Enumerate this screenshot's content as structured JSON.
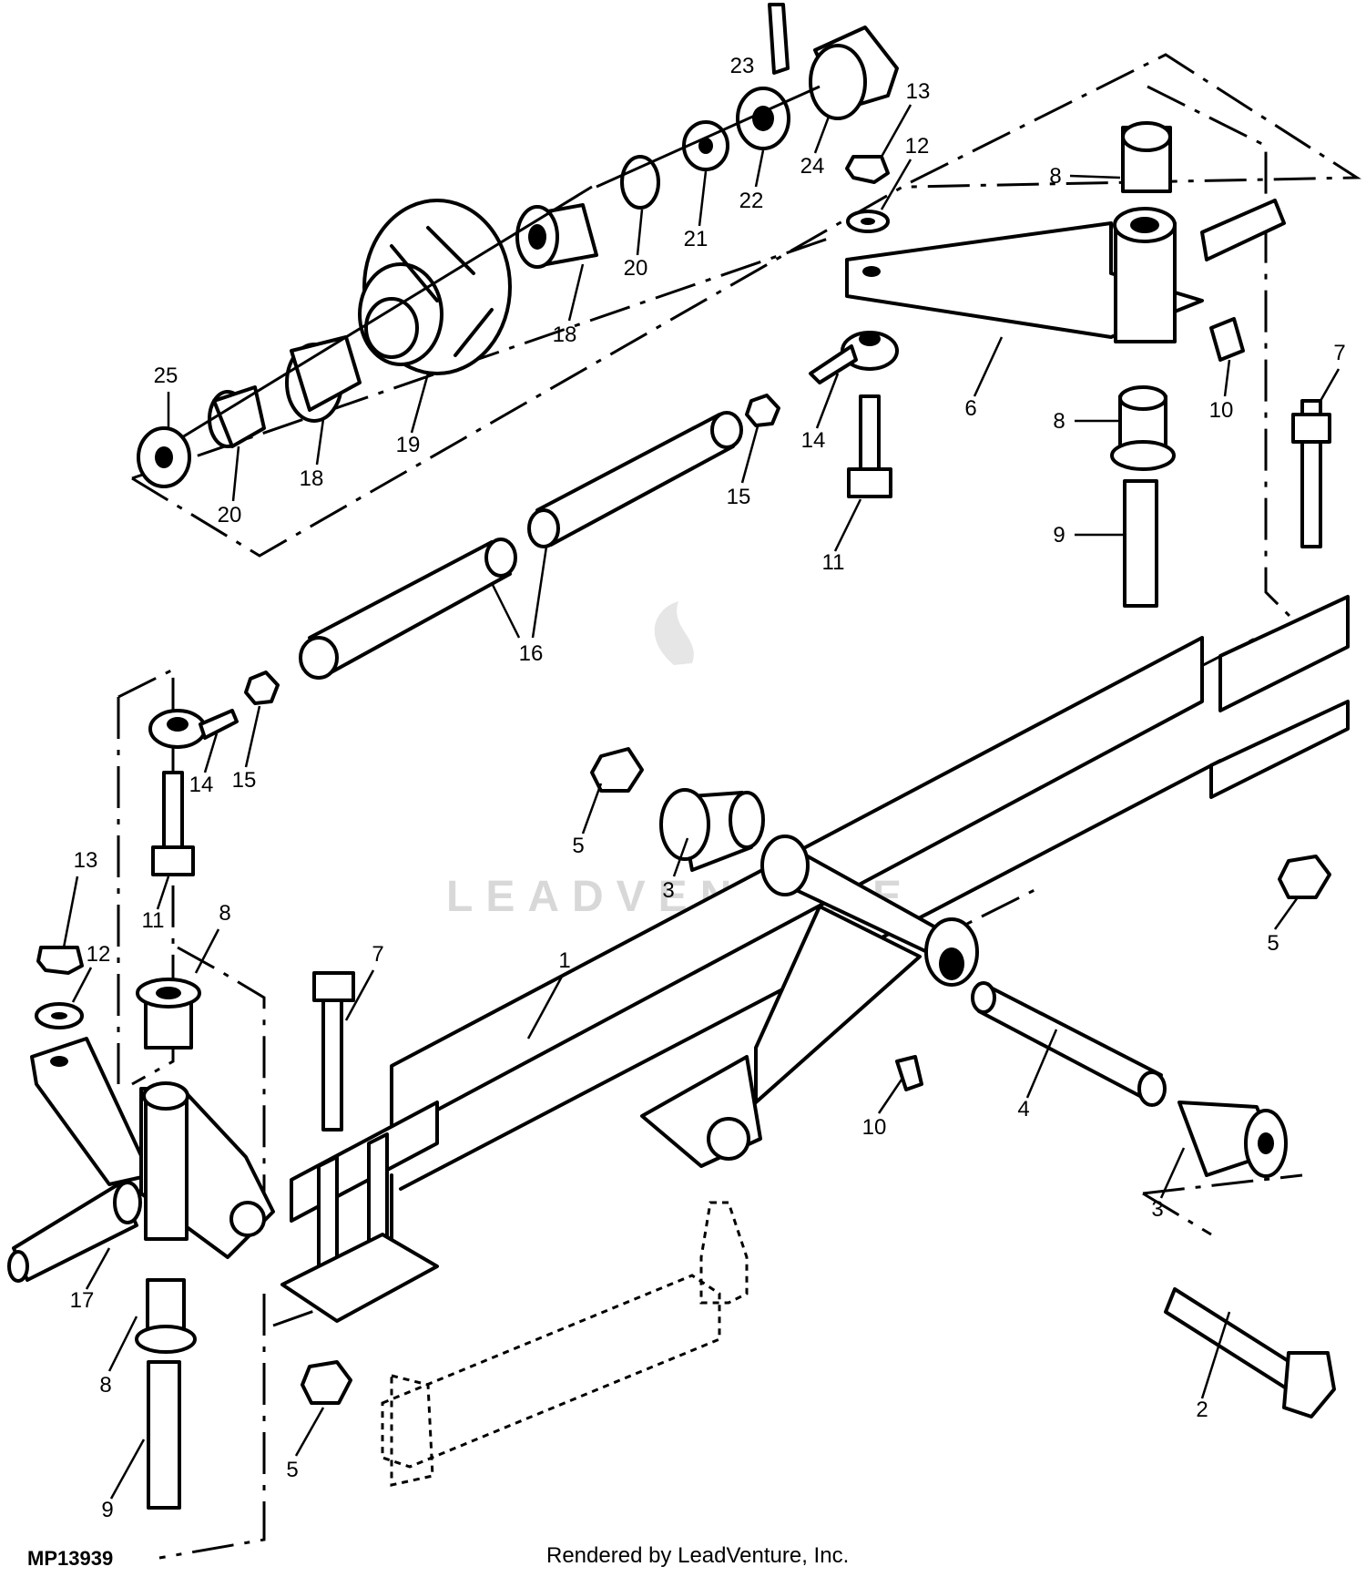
{
  "watermark": "LEADVENTURE",
  "figure_code": "MP13939",
  "credit": "Rendered by LeadVenture, Inc.",
  "callouts": [
    "1",
    "2",
    "3",
    "4",
    "5",
    "6",
    "7",
    "8",
    "9",
    "10",
    "11",
    "12",
    "13",
    "14",
    "15",
    "16",
    "17",
    "18",
    "19",
    "20",
    "21",
    "22",
    "23",
    "24",
    "25"
  ]
}
